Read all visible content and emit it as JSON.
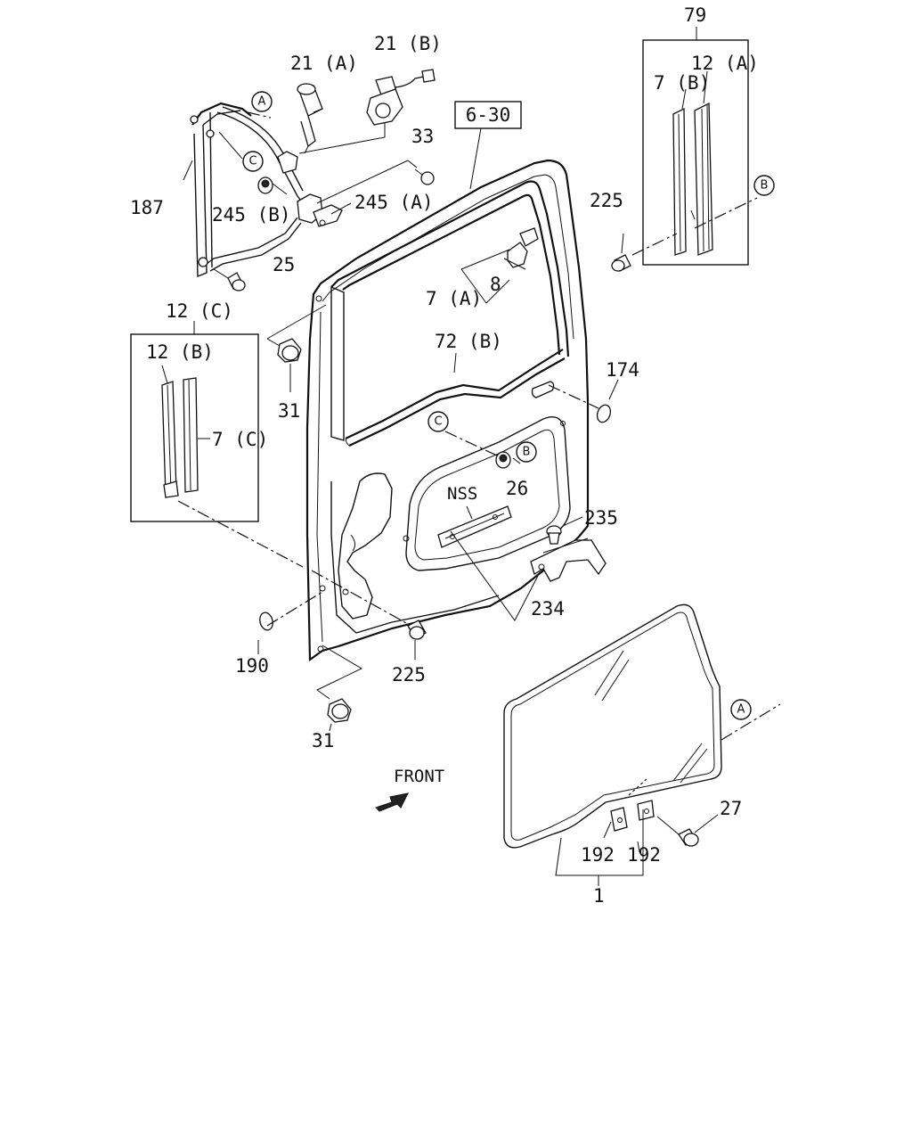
{
  "labels": {
    "p79": "79",
    "p12a": "12 (A)",
    "p7b": "7 (B)",
    "p225a": "225",
    "p21a": "21 (A)",
    "p21b": "21 (B)",
    "p6_30": "6-30",
    "p33": "33",
    "p187": "187",
    "p245b": "245 (B)",
    "p245a": "245 (A)",
    "p25": "25",
    "p7a": "7 (A)",
    "p8": "8",
    "p12c": "12 (C)",
    "p12b": "12 (B)",
    "p7c": "7 (C)",
    "p31a": "31",
    "p72b": "72 (B)",
    "p174": "174",
    "p26": "26",
    "pnss": "NSS",
    "p235": "235",
    "p234": "234",
    "p190": "190",
    "p225b": "225",
    "p31b": "31",
    "front": "FRONT",
    "p27": "27",
    "p192a": "192",
    "p192b": "192",
    "p1": "1"
  },
  "callouts": {
    "a": "A",
    "b": "B",
    "c": "C"
  }
}
